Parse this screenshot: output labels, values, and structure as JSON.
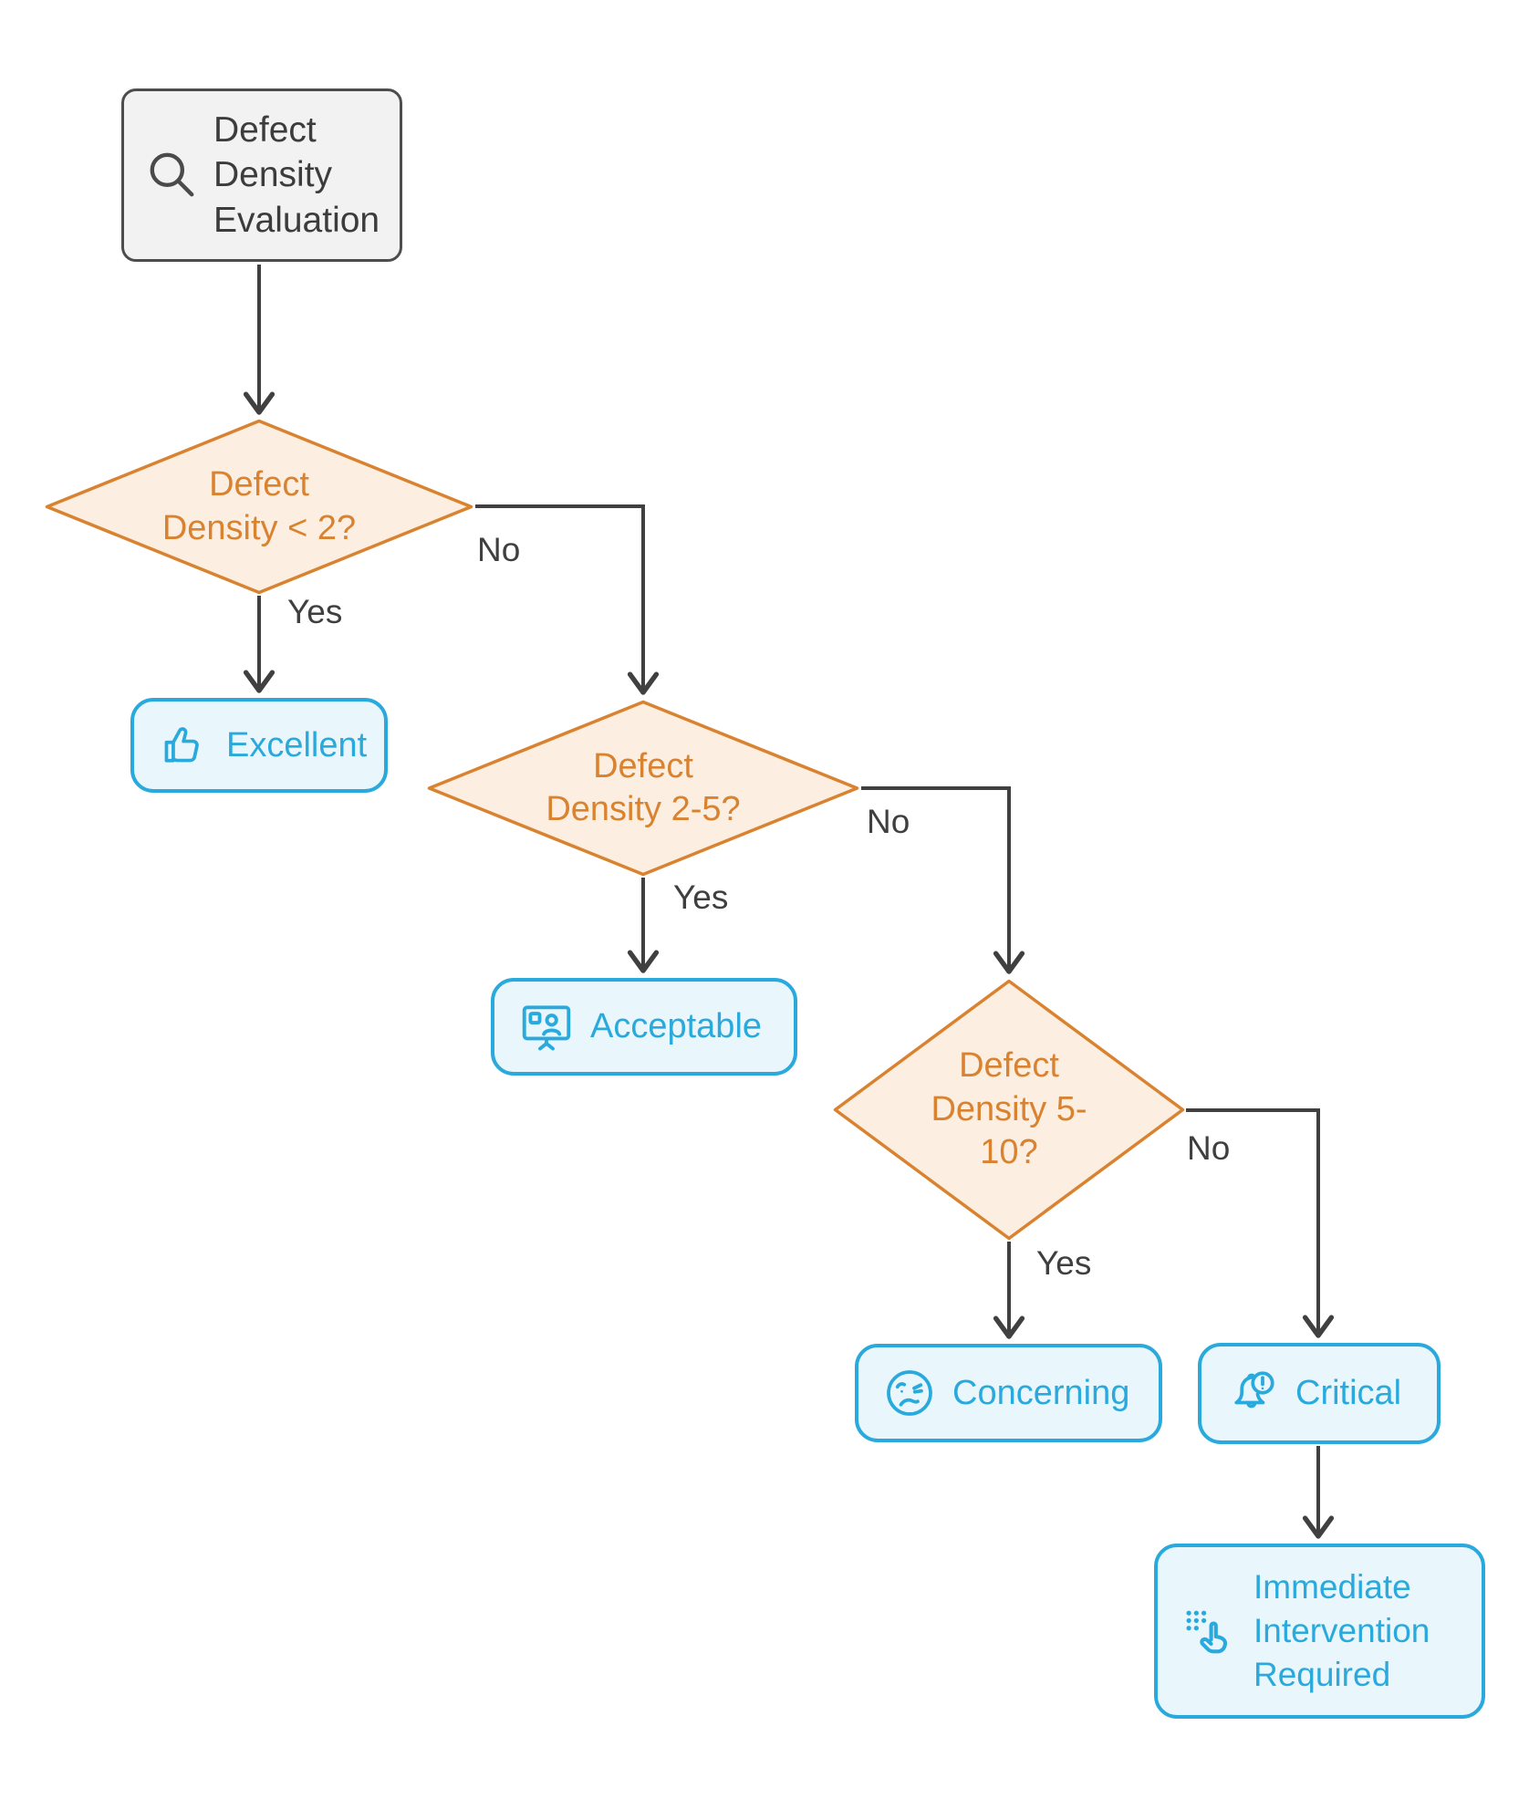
{
  "diagram": {
    "type": "flowchart",
    "nodes": {
      "start": {
        "label": "Defect Density Evaluation",
        "shape": "rounded-rect",
        "icon": "magnifier-icon"
      },
      "decision1": {
        "label": "Defect Density < 2?",
        "shape": "diamond"
      },
      "decision2": {
        "label": "Defect Density 2-5?",
        "shape": "diamond"
      },
      "decision3": {
        "label": "Defect Density 5-10?",
        "shape": "diamond"
      },
      "excellent": {
        "label": "Excellent",
        "shape": "rounded-rect",
        "icon": "thumbs-up-icon"
      },
      "acceptable": {
        "label": "Acceptable",
        "shape": "rounded-rect",
        "icon": "presentation-screen-icon"
      },
      "concerning": {
        "label": "Concerning",
        "shape": "rounded-rect",
        "icon": "worried-face-icon"
      },
      "critical": {
        "label": "Critical",
        "shape": "rounded-rect",
        "icon": "alert-bell-icon"
      },
      "immediate": {
        "label": "Immediate Intervention Required",
        "shape": "rounded-rect",
        "icon": "keypad-tap-icon"
      }
    },
    "edges": [
      {
        "from": "start",
        "to": "decision1",
        "label": ""
      },
      {
        "from": "decision1",
        "to": "excellent",
        "label": "Yes"
      },
      {
        "from": "decision1",
        "to": "decision2",
        "label": "No"
      },
      {
        "from": "decision2",
        "to": "acceptable",
        "label": "Yes"
      },
      {
        "from": "decision2",
        "to": "decision3",
        "label": "No"
      },
      {
        "from": "decision3",
        "to": "concerning",
        "label": "Yes"
      },
      {
        "from": "decision3",
        "to": "critical",
        "label": "No"
      },
      {
        "from": "critical",
        "to": "immediate",
        "label": ""
      }
    ],
    "colors": {
      "decision_border": "#D9822F",
      "decision_fill": "#FCEFE2",
      "result_border": "#29A9DC",
      "result_fill": "#E9F6FC",
      "start_fill": "#F2F2F2",
      "start_border": "#4D4D4D",
      "connector": "#404040",
      "background": "#FFFFFF"
    }
  }
}
